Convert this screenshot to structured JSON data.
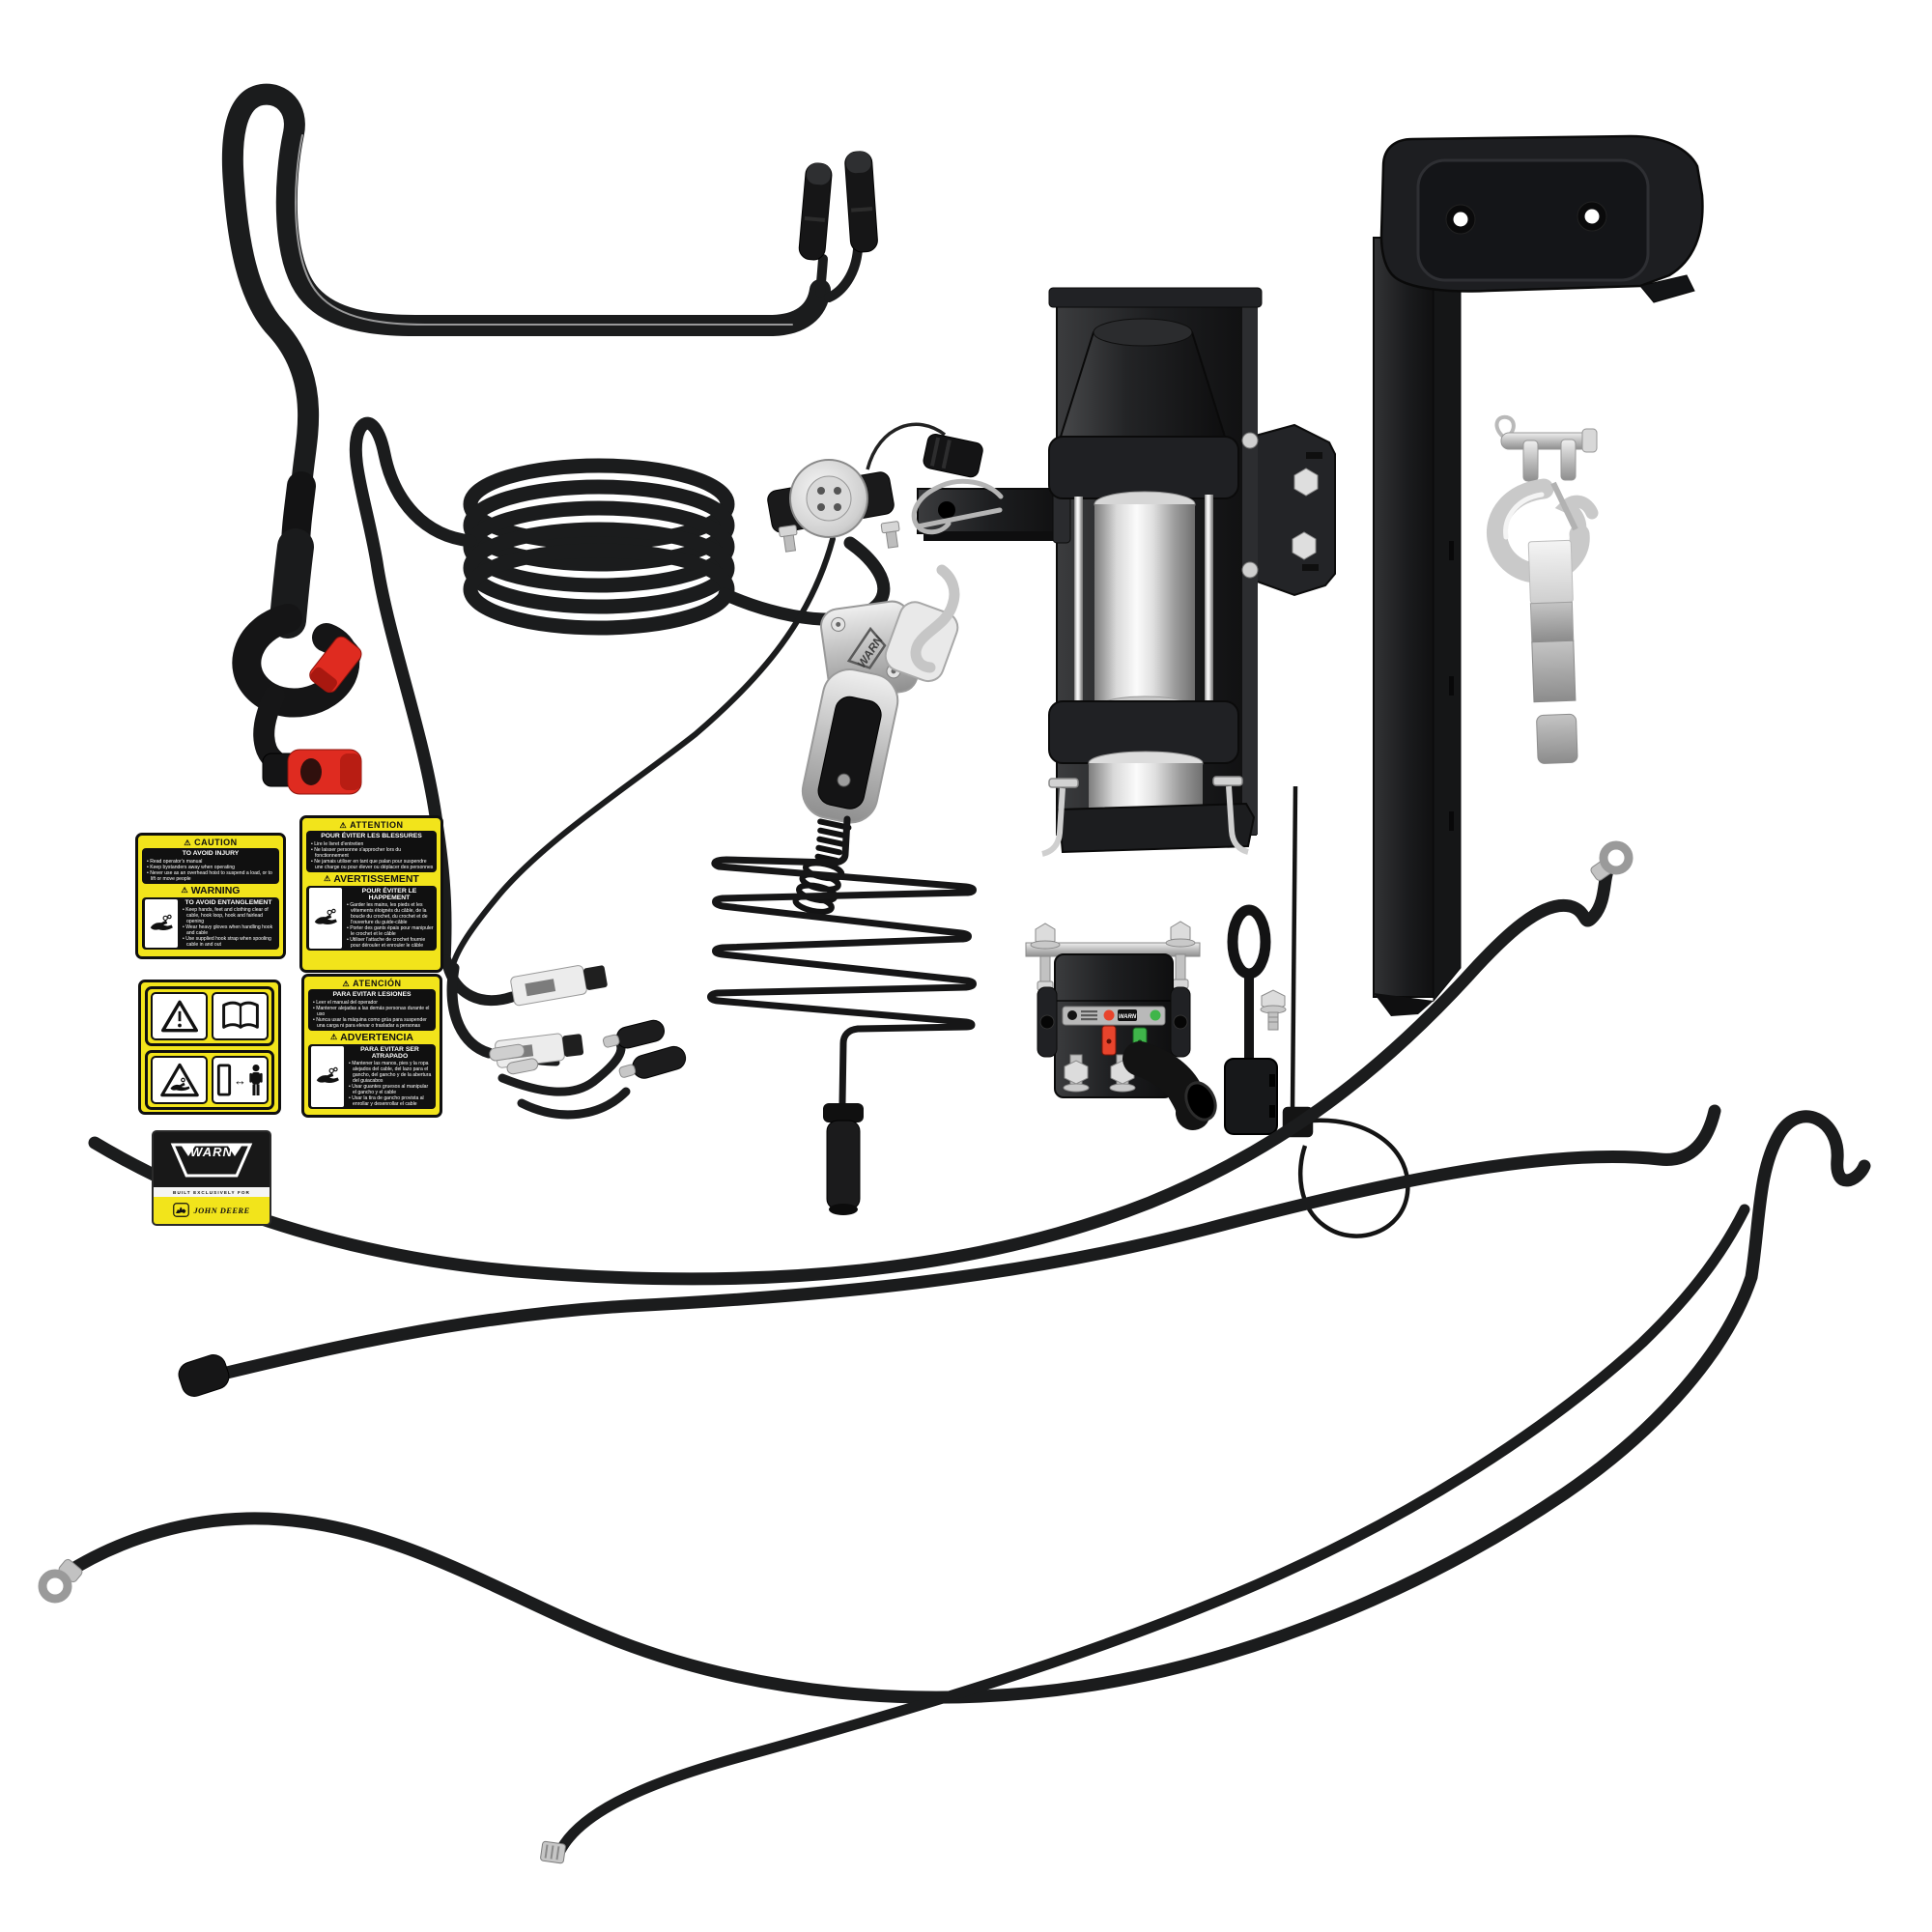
{
  "icons": {
    "alert": "⚠",
    "arrows": "↔"
  },
  "colors": {
    "background": "#ffffff",
    "label_yellow": "#f2e41b",
    "label_black": "#101010",
    "cable_black": "#1b1c1d",
    "accent_red": "#df2b20",
    "indicator_red": "#e8442c",
    "indicator_green": "#3fb54a",
    "chrome_light": "#f2f2f2",
    "chrome_dark": "#8a8a8a"
  },
  "labels": {
    "caution_en": {
      "caution_title": "CAUTION",
      "caution_heading": "TO AVOID INJURY",
      "caution_items": [
        "Read operator's manual",
        "Keep bystanders away when operating",
        "Never use as an overhead hoist to suspend a load, or to lift or move people"
      ],
      "warning_title": "WARNING",
      "warning_heading": "TO AVOID ENTANGLEMENT",
      "warning_items": [
        "Keep hands, feet and clothing clear of cable, hook loop, hook and fairlead opening",
        "Wear heavy gloves when handling hook and cable",
        "Use supplied hook strap when spooling cable in and out"
      ]
    },
    "attention_fr": {
      "attention_title": "ATTENTION",
      "attention_heading": "POUR ÉVITER LES BLESSURES",
      "attention_items": [
        "Lire le livret d'entretien",
        "Ne laisser personne s'approcher lors du fonctionnement",
        "Ne jamais utiliser en tant que palan pour suspendre une charge ou pour élever ou déplacer des personnes"
      ],
      "avertissement_title": "AVERTISSEMENT",
      "avertissement_heading": "POUR ÉVITER LE HAPPEMENT",
      "avertissement_items": [
        "Garder les mains, les pieds et les vêtements éloignés du câble, de la boucle du crochet, du crochet et de l'ouverture du guide-câble",
        "Porter des gants épais pour manipuler le crochet et le câble",
        "Utiliser l'attache de crochet fournie pour dérouler et enrouler le câble"
      ]
    },
    "atencion_es": {
      "atencion_title": "ATENCIÓN",
      "atencion_heading": "PARA EVITAR LESIONES",
      "atencion_items": [
        "Leer el manual del operador",
        "Mantener alejadas a las demás personas durante el uso",
        "Nunca usar la máquina como grúa para suspender una carga ni para elevar o trasladar a personas"
      ],
      "advertencia_title": "ADVERTENCIA",
      "advertencia_heading": "PARA EVITAR SER ATRAPADO",
      "advertencia_items": [
        "Mantener las manos, pies y la ropa alejados del cable, del lazo para el gancho, del gancho y de la abertura del guiacabos",
        "Usar guantes gruesos al manipular el gancho y el cable",
        "Usar la tira de gancho provista al enrollar y desenrollar el cable"
      ]
    },
    "brand": {
      "warn_logo": "WARN",
      "built_for": "BUILT  EXCLUSIVELY  FOR",
      "partner": "JOHN DEERE"
    }
  },
  "remote": {
    "logo": "WARN"
  },
  "contactor": {
    "badge": "WARN"
  }
}
